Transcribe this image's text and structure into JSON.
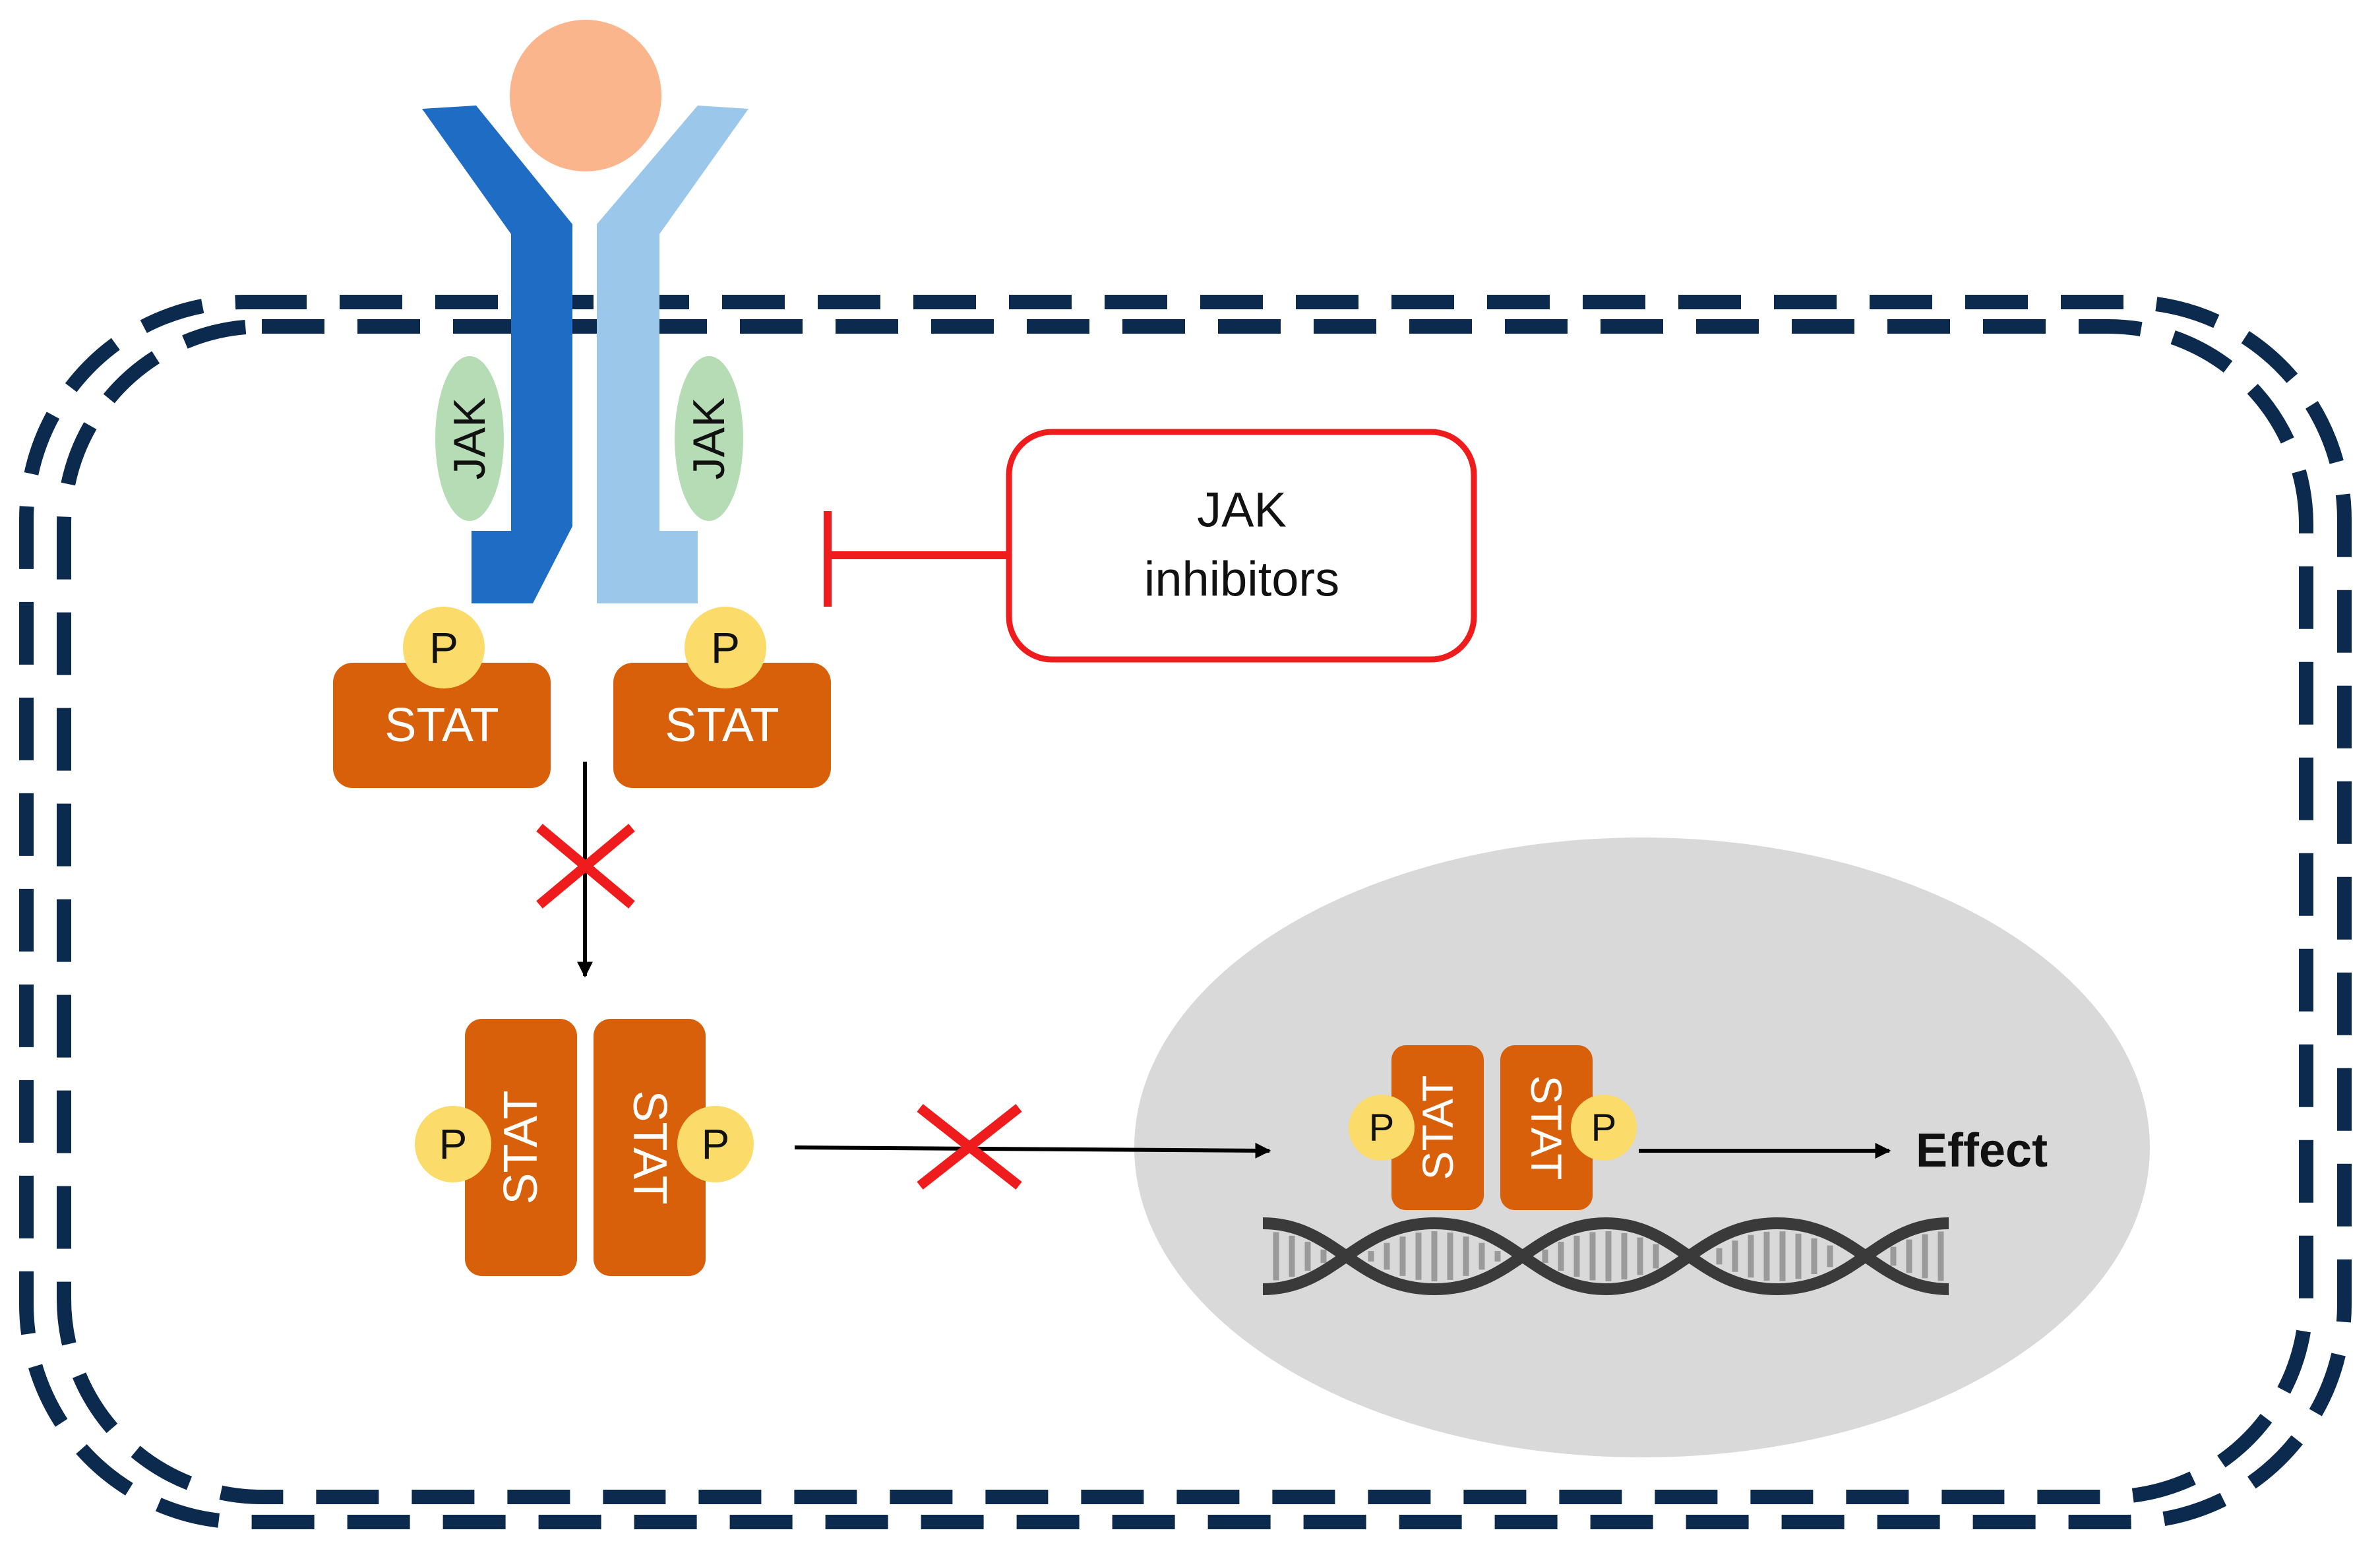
{
  "labels": {
    "jak": "JAK",
    "stat": "STAT",
    "phospho": "P",
    "inhibitor_line1": "JAK",
    "inhibitor_line2": "inhibitors",
    "effect": "Effect"
  },
  "colors": {
    "cell_membrane": "#0c2a4e",
    "receptor_left": "#1f6cc4",
    "receptor_right": "#9bc7ea",
    "ligand": "#fbb58d",
    "jak": "#b6dcb6",
    "stat": "#d9600b",
    "phosphate": "#fbdb6a",
    "inhibitor": "#ee1c1c",
    "nucleus": "#d9d9d9",
    "dna": "#3a3a3a",
    "arrow": "#000000"
  }
}
